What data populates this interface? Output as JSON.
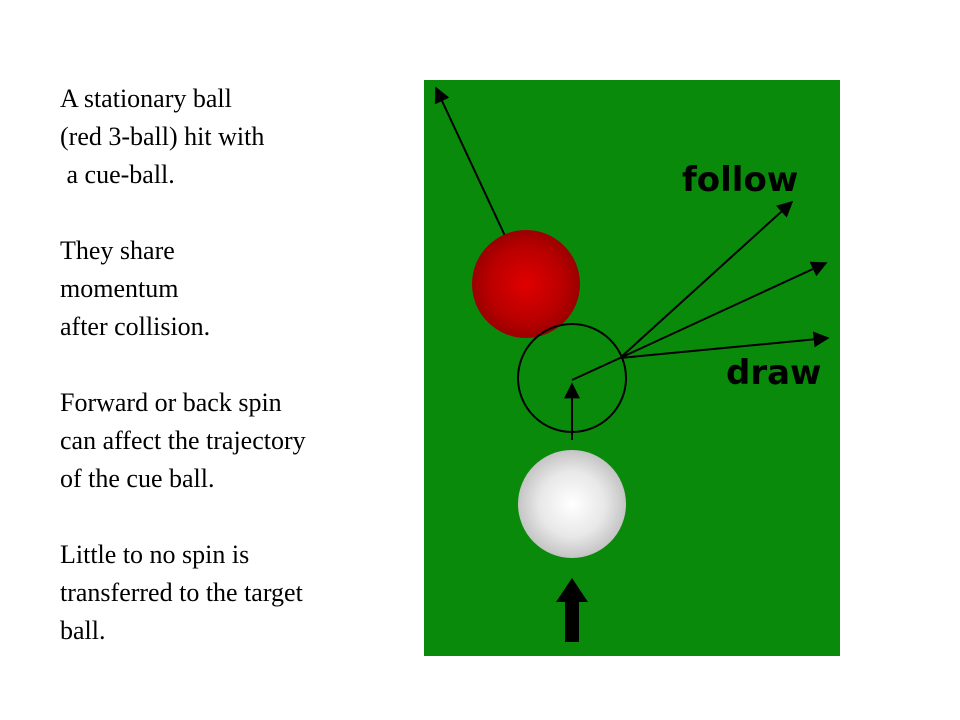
{
  "text": {
    "paragraphs": [
      {
        "lines": [
          "A stationary ball",
          "(red 3-ball) hit with",
          " a cue-ball."
        ]
      },
      {
        "lines": [
          "They share",
          "momentum",
          "after collision."
        ]
      },
      {
        "lines": [
          "Forward or back spin",
          "can affect the trajectory",
          "of the cue ball."
        ]
      },
      {
        "lines": [
          "Little to no spin is",
          "transferred to the target",
          "ball."
        ]
      }
    ]
  },
  "diagram": {
    "label_follow": "follow",
    "label_draw": "draw",
    "colors": {
      "table": "#0a8a0a",
      "object_ball": "#cc0000",
      "cue_ball": "#e6e6e6",
      "lines": "#000000",
      "labels": "#000000"
    }
  }
}
